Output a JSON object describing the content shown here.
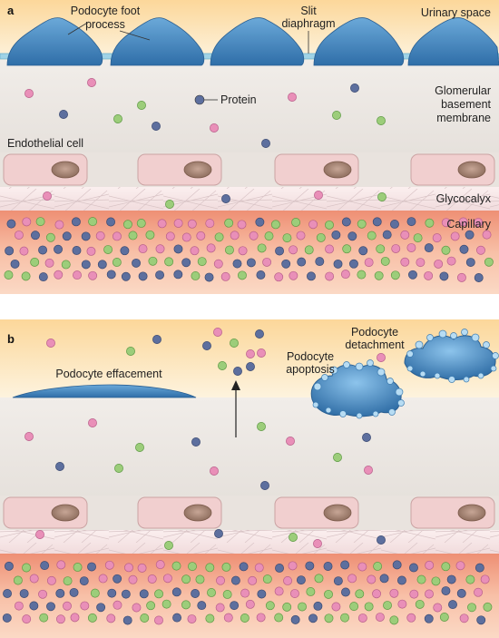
{
  "panels": {
    "a": {
      "panel_label": "a",
      "labels": {
        "podocyte_foot_process": [
          "Podocyte foot",
          "process"
        ],
        "slit_diaphragm": [
          "Slit",
          "diaphragm"
        ],
        "urinary_space": "Urinary space",
        "protein": "Protein",
        "gbm": [
          "Glomerular",
          "basement",
          "membrane"
        ],
        "endothelial_cell": "Endothelial cell",
        "glycocalyx": "Glycocalyx",
        "capillary": "Capillary"
      }
    },
    "b": {
      "panel_label": "b",
      "labels": {
        "podocyte_effacement": "Podocyte effacement",
        "podocyte_apoptosis": [
          "Podocyte",
          "apoptosis"
        ],
        "podocyte_detachment": [
          "Podocyte",
          "detachment"
        ]
      }
    }
  },
  "colors": {
    "urinary_space": "#fbe3b0",
    "gbm": "#efebe6",
    "glycocalyx": "#f6e3e4",
    "capillary": "#ef9a82",
    "podocyte": "#4f8fc6",
    "slit_diaphragm": "#9fd3e6",
    "endothelial_cell": "#f1cfcf",
    "nucleus": "#a8826f",
    "protein_pink": "#e98fb8",
    "protein_green": "#9ccd7a",
    "protein_blue": "#5d6f9e"
  }
}
